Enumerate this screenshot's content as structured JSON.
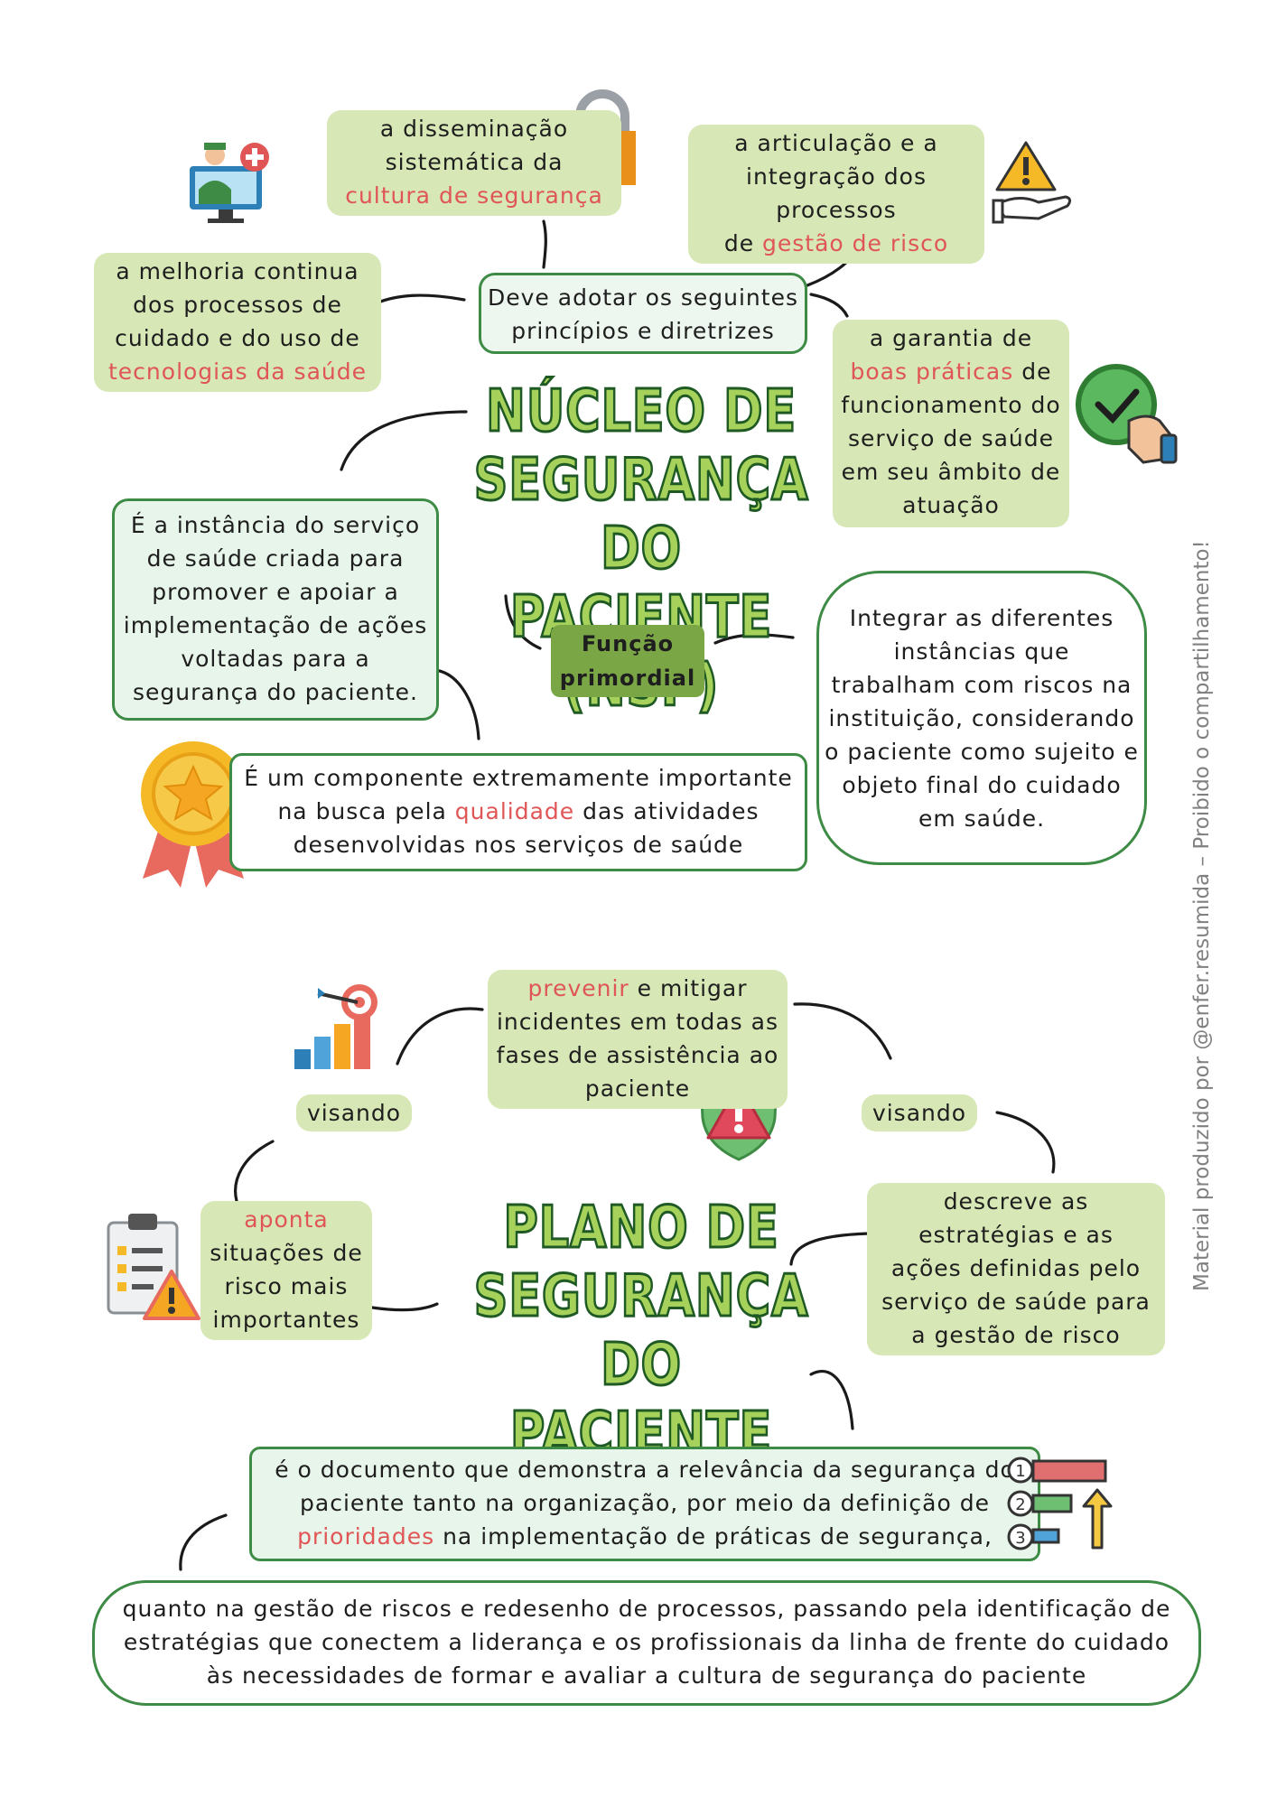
{
  "nsp": {
    "title_lines": [
      "NÚCLEO DE",
      "SEGURANÇA DO",
      "PACIENTE (NSP)"
    ],
    "center_label": [
      "Deve adotar os seguintes",
      "princípios e diretrizes"
    ],
    "principle_dissemination": {
      "lines": [
        "a disseminação",
        "sistemática da"
      ],
      "highlight": "cultura de segurança"
    },
    "principle_articulation": {
      "lines": [
        "a articulação e a",
        "integração dos processos"
      ],
      "prefix": "de ",
      "highlight": "gestão de risco"
    },
    "principle_improvement": {
      "lines": [
        "a melhoria continua",
        "dos processos de",
        "cuidado e do uso de"
      ],
      "highlight": "tecnologias da saúde"
    },
    "principle_practices": {
      "line1": "a garantia de",
      "highlight": "boas práticas",
      "after_highlight": " de",
      "lines": [
        "funcionamento do",
        "serviço de saúde",
        "em seu âmbito de",
        "atuação"
      ]
    },
    "definition": [
      "É a instância do serviço",
      "de saúde criada para",
      "promover e apoiar a",
      "implementação de ações",
      "voltadas para a",
      "segurança do paciente."
    ],
    "function_tag": [
      "Função",
      "primordial"
    ],
    "function_text": [
      "Integrar as diferentes",
      "instâncias que",
      "trabalham com riscos na",
      "instituição, considerando",
      "o paciente como sujeito e",
      "objeto final do cuidado",
      "em saúde."
    ],
    "importance": {
      "line1": "É um componente extremamente importante",
      "pre": "na busca pela ",
      "highlight": "qualidade",
      "post": " das atividades",
      "line3": "desenvolvidas nos serviços de saúde"
    }
  },
  "psp": {
    "title_lines": [
      "PLANO DE",
      "SEGURANÇA DO",
      "PACIENTE (PSP)"
    ],
    "goal": {
      "highlight": "prevenir",
      "rest": " e mitigar",
      "lines": [
        "incidentes em todas as",
        "fases de assistência ao",
        "paciente"
      ]
    },
    "visando_left": "visando",
    "visando_right": "visando",
    "aponta": {
      "highlight": "aponta",
      "lines": [
        "situações de",
        "risco mais",
        "importantes"
      ]
    },
    "describes": [
      "descreve as",
      "estratégias e as",
      "ações definidas pelo",
      "serviço de saúde para",
      "a gestão de risco"
    ],
    "document": {
      "line1": "é o documento que demonstra a relevância da segurança do",
      "line2": "paciente tanto na organização, por meio da definição de",
      "highlight": "prioridades",
      "line3_rest": " na implementação de práticas de segurança,"
    },
    "conclusion": [
      "quanto na gestão de riscos e redesenho de processos, passando pela identificação de",
      "estratégias que conectem a liderança e os profissionais da linha de frente do cuidado",
      "às necessidades de formar e avaliar a cultura de segurança do paciente"
    ],
    "priority_numbers": [
      "1",
      "2",
      "3"
    ]
  },
  "watermark": "Material produzido por @enfer.resumida – Proibido o compartilhamento!",
  "colors": {
    "accent_green": "#a6d25c",
    "outline_green": "#1f5a25",
    "highlight_bg": "#d7e7b6",
    "box_border": "#3d8b45",
    "red_text": "#e05656",
    "tag_bg": "#7aa646"
  },
  "icons": [
    "doctor-monitor-icon",
    "padlock-icon",
    "warning-hand-icon",
    "checkmark-hand-icon",
    "medal-icon",
    "target-chart-icon",
    "shield-warning-icon",
    "clipboard-warning-icon",
    "priority-bars-icon"
  ]
}
